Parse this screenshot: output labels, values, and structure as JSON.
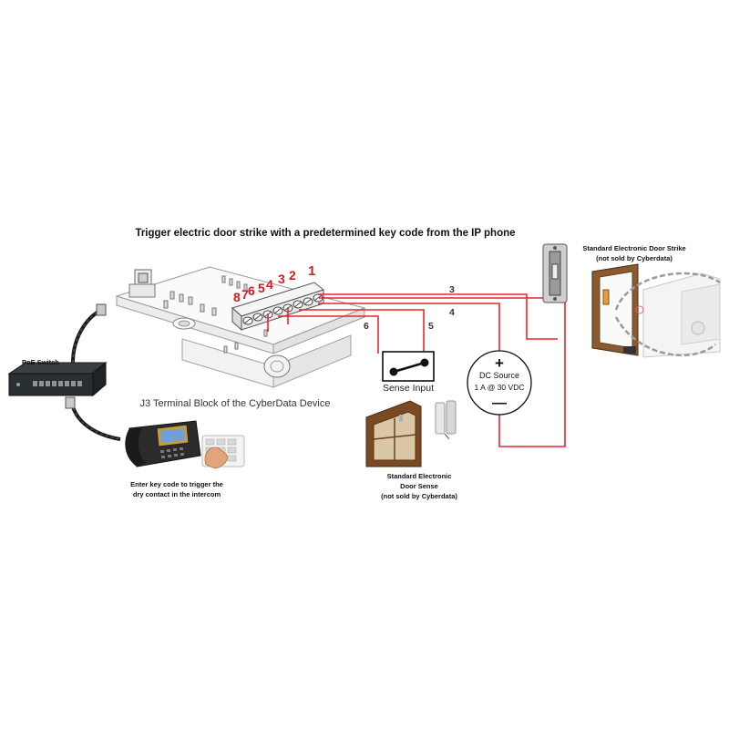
{
  "title": "Trigger electric door strike with a predetermined key code from the IP phone",
  "terminal_numbers": [
    "1",
    "2",
    "3",
    "4",
    "5",
    "6",
    "7",
    "8"
  ],
  "terminal_block_label": "J3 Terminal Block of the CyberData Device",
  "poe_switch_label": "PoE Switch",
  "phone_caption": [
    "Enter key code to trigger the",
    "dry contact in the intercom"
  ],
  "wire_labels": {
    "w3": "3",
    "w4": "4",
    "w5": "5",
    "w6": "6"
  },
  "sense_input_label": "Sense Input",
  "dc_source": {
    "plus": "+",
    "name": "DC Source",
    "rating": "1 A @ 30 VDC",
    "minus": "—"
  },
  "door_sense_caption": [
    "Standard Electronic",
    "Door Sense",
    "(not sold by Cyberdata)"
  ],
  "door_strike_caption": [
    "Standard Electronic Door Strike",
    "(not sold by Cyberdata)"
  ],
  "colors": {
    "wire": "#e8262b",
    "accent_red": "#cc1f1f",
    "text": "#222222"
  },
  "icons": [
    "poe-switch-icon",
    "ip-phone-icon",
    "keypad-hand-icon",
    "terminal-block-icon",
    "door-sense-icon",
    "door-strike-icon",
    "ethernet-cable-icon"
  ]
}
